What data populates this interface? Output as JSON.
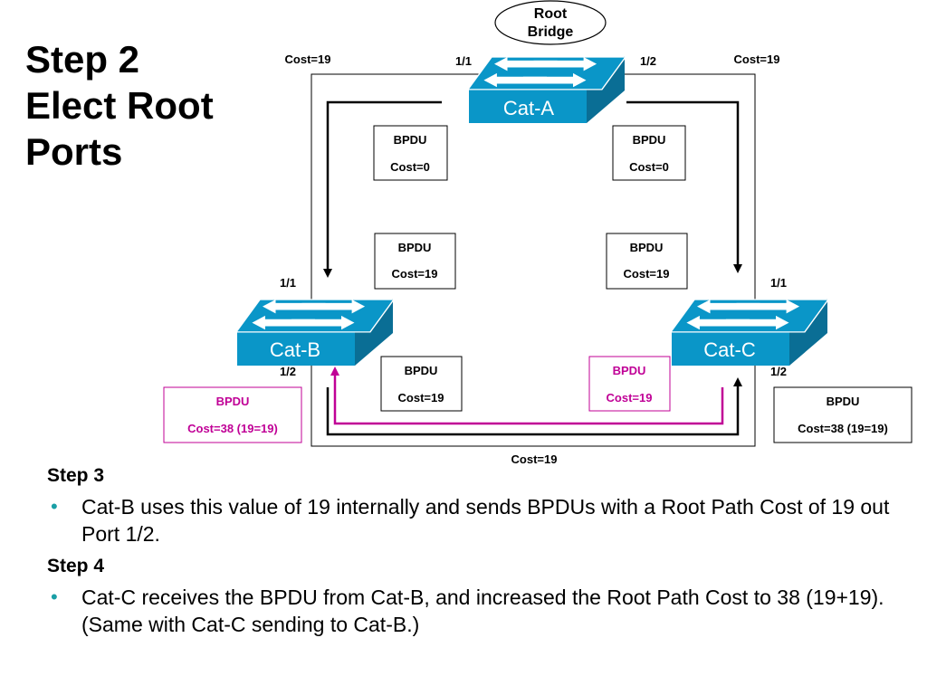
{
  "title": {
    "line1": "Step 2",
    "line2": "Elect Root",
    "line3": "Ports"
  },
  "root_bridge": {
    "line1": "Root",
    "line2": "Bridge"
  },
  "switches": {
    "a": "Cat-A",
    "b": "Cat-B",
    "c": "Cat-C"
  },
  "ports": {
    "a_left": "1/1",
    "a_right": "1/2",
    "b_top": "1/1",
    "b_bottom": "1/2",
    "c_top": "1/1",
    "c_bottom": "1/2"
  },
  "link_costs": {
    "top_left": "Cost=19",
    "top_right": "Cost=19",
    "bottom": "Cost=19"
  },
  "bpdus": {
    "a_left": {
      "title": "BPDU",
      "cost": "Cost=0"
    },
    "a_right": {
      "title": "BPDU",
      "cost": "Cost=0"
    },
    "b_in": {
      "title": "BPDU",
      "cost": "Cost=19"
    },
    "c_in": {
      "title": "BPDU",
      "cost": "Cost=19"
    },
    "b_out": {
      "title": "BPDU",
      "cost": "Cost=19"
    },
    "c_out": {
      "title": "BPDU",
      "cost": "Cost=19"
    },
    "b_recv": {
      "title": "BPDU",
      "cost": "Cost=38 (19=19)"
    },
    "c_recv": {
      "title": "BPDU",
      "cost": "Cost=38 (19=19)"
    }
  },
  "colors": {
    "switch_blue": "#0a96c8",
    "magenta": "#c00096",
    "bullet_teal": "#1a9fa6"
  },
  "steps": [
    {
      "heading": "Step 3",
      "text": "Cat-B uses this value of 19 internally and sends BPDUs with a Root Path Cost of 19 out Port 1/2."
    },
    {
      "heading": "Step 4",
      "text": "Cat-C receives the BPDU from Cat-B, and increased the Root Path Cost to 38 (19+19).  (Same with Cat-C sending to Cat-B.)"
    }
  ]
}
